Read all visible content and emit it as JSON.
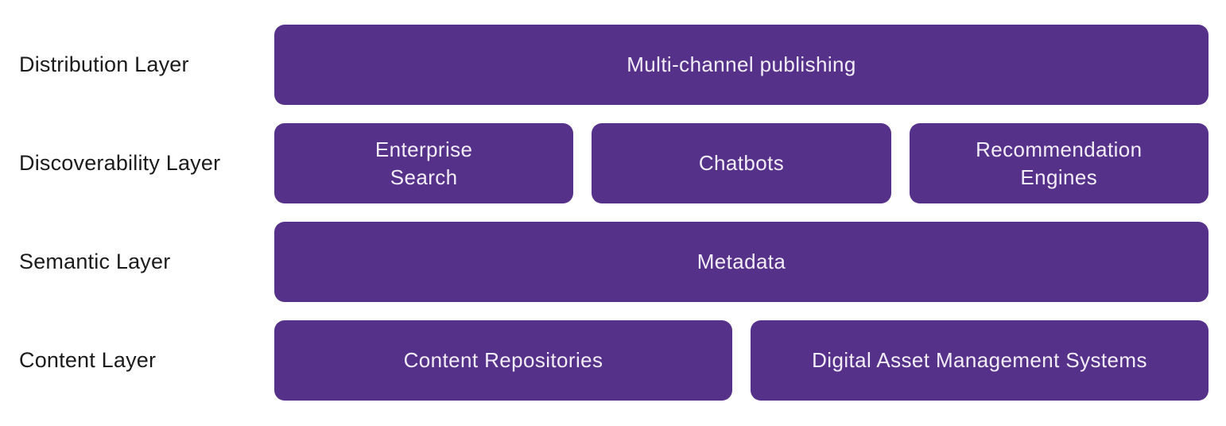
{
  "colors": {
    "box_fill": "#553189",
    "box_text": "#f2edf7",
    "label_text": "#1b1b1b",
    "background": "#ffffff"
  },
  "layers": [
    {
      "label": "Distribution Layer",
      "boxes": [
        {
          "text": "Multi-channel publishing",
          "span": 6
        }
      ]
    },
    {
      "label": "Discoverability Layer",
      "boxes": [
        {
          "text": "Enterprise\nSearch",
          "span": 2
        },
        {
          "text": "Chatbots",
          "span": 2
        },
        {
          "text": "Recommendation\nEngines",
          "span": 2
        }
      ]
    },
    {
      "label": "Semantic Layer",
      "boxes": [
        {
          "text": "Metadata",
          "span": 6
        }
      ]
    },
    {
      "label": "Content Layer",
      "boxes": [
        {
          "text": "Content Repositories",
          "span": 3
        },
        {
          "text": "Digital Asset Management Systems",
          "span": 3
        }
      ]
    }
  ]
}
